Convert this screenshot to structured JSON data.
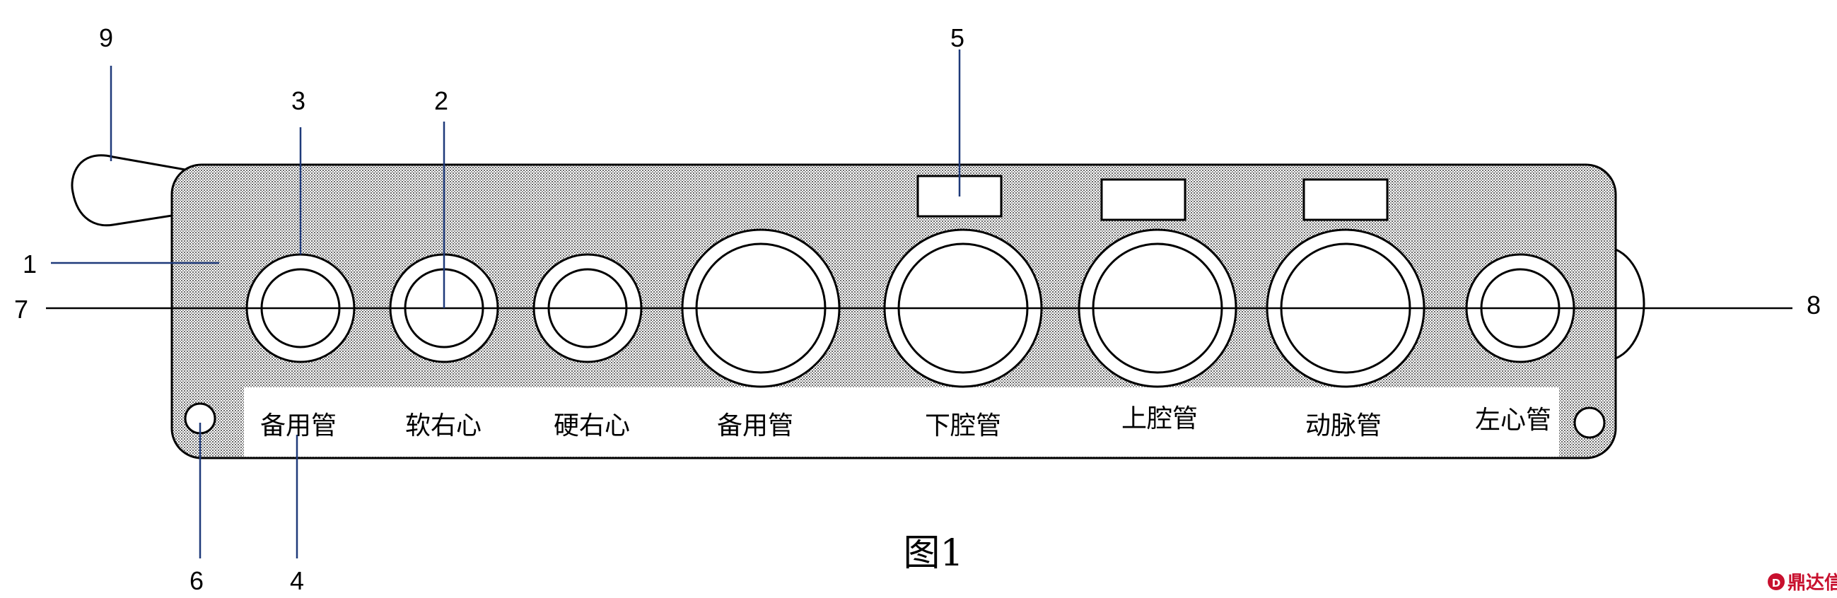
{
  "callouts": {
    "n1": "1",
    "n2": "2",
    "n3": "3",
    "n4": "4",
    "n5": "5",
    "n6": "6",
    "n7": "7",
    "n8": "8",
    "n9": "9"
  },
  "port_labels": [
    "备用管",
    "软右心",
    "硬右心",
    "备用管",
    "下腔管",
    "上腔管",
    "动脉管",
    "左心管"
  ],
  "caption": "图1",
  "watermark": {
    "text": "鼎达信",
    "color": "#c8102e"
  },
  "colors": {
    "body_fill": "#d9d9d9",
    "stroke": "#000000"
  }
}
